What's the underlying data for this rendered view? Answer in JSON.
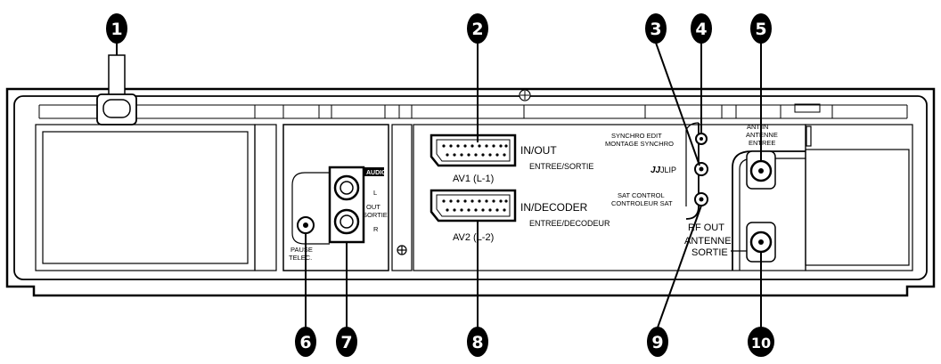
{
  "callouts": [
    "1",
    "2",
    "3",
    "4",
    "5",
    "6",
    "7",
    "8",
    "9",
    "10"
  ],
  "labels": {
    "audio": "AUDIO",
    "l": "L",
    "out": "OUT",
    "sortie_small": "SORTIE",
    "r": "R",
    "pause_1": "PAUSE",
    "pause_2": "TELEC.",
    "in_out": "IN/OUT",
    "entree_sortie": "ENTREE/SORTIE",
    "av1": "AV1 (L-1)",
    "in_decoder": "IN/DECODER",
    "entree_decodeur": "ENTREE/DECODEUR",
    "av2": "AV2 (L-2)",
    "synchro_edit": "SYNCHRO EDIT",
    "montage_synchro": "MONTAGE SYNCHRO",
    "jlip": "JLIP",
    "sat_control": "SAT CONTROL",
    "controleur_sat": "CONTROLEUR SAT",
    "ant_in": "ANT IN",
    "antenne_in": "ANTENNE",
    "entree_in": "ENTREE",
    "rf_out": "RF OUT",
    "antenne_out": "ANTENNE",
    "sortie_out": "SORTIE"
  },
  "colors": {
    "ink": "#000000",
    "paper": "#ffffff"
  }
}
